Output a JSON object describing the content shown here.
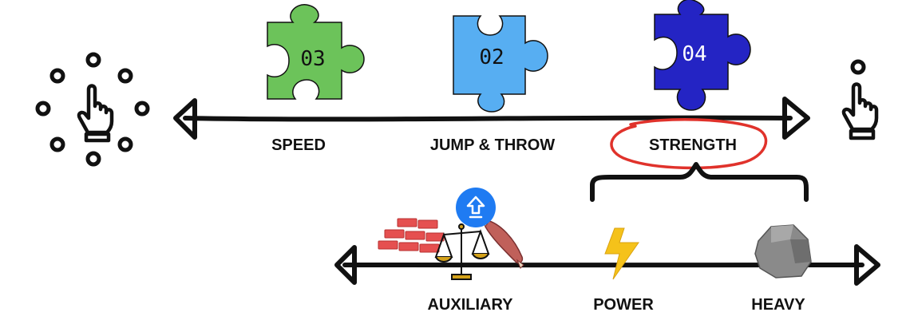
{
  "colors": {
    "ink": "#111111",
    "piece_green": "#6cc35a",
    "piece_lightblue": "#57aef2",
    "piece_darkblue": "#2424c4",
    "highlight_circle": "#e0322b",
    "badge_blue": "#1f7bf2",
    "bolt_yellow": "#f5c21a",
    "brick_red": "#e55050"
  },
  "top_axis": {
    "categories": [
      {
        "label": "SPEED",
        "piece_number": "03",
        "color": "piece_green"
      },
      {
        "label": "JUMP & THROW",
        "piece_number": "02",
        "color": "piece_lightblue"
      },
      {
        "label": "STRENGTH",
        "piece_number": "04",
        "color": "piece_darkblue",
        "highlighted": true
      }
    ]
  },
  "bottom_axis": {
    "categories": [
      {
        "label": "AUXILIARY",
        "icons": [
          "bricks-icon",
          "scale-icon",
          "muscle-icon"
        ]
      },
      {
        "label": "POWER",
        "icons": [
          "lightning-icon"
        ]
      },
      {
        "label": "HEAVY",
        "icons": [
          "rock-icon"
        ]
      }
    ]
  },
  "icons": {
    "left_gesture": "tap-multi-touch-icon",
    "right_gesture": "tap-single-touch-icon",
    "badge": "upload-arrow-icon"
  }
}
